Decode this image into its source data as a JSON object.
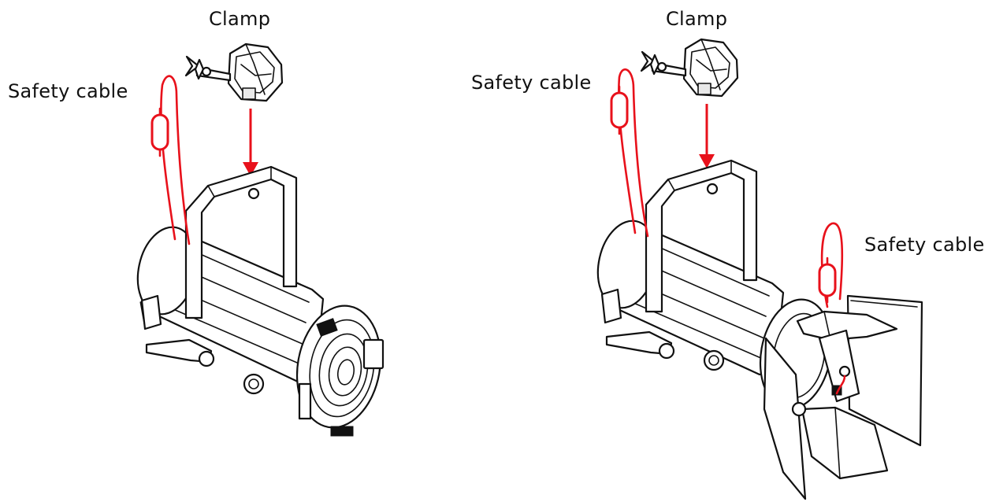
{
  "labels": {
    "left_clamp": "Clamp",
    "left_safety_cable": "Safety cable",
    "right_clamp": "Clamp",
    "right_safety_cable_top": "Safety cable",
    "right_safety_cable_side": "Safety cable"
  },
  "colors": {
    "accent_red": "#e8111b",
    "line": "#111111"
  },
  "icons": [
    "clamp-icon",
    "fixture-icon",
    "barn-door-icon",
    "safety-cable-icon",
    "down-arrow-icon"
  ]
}
